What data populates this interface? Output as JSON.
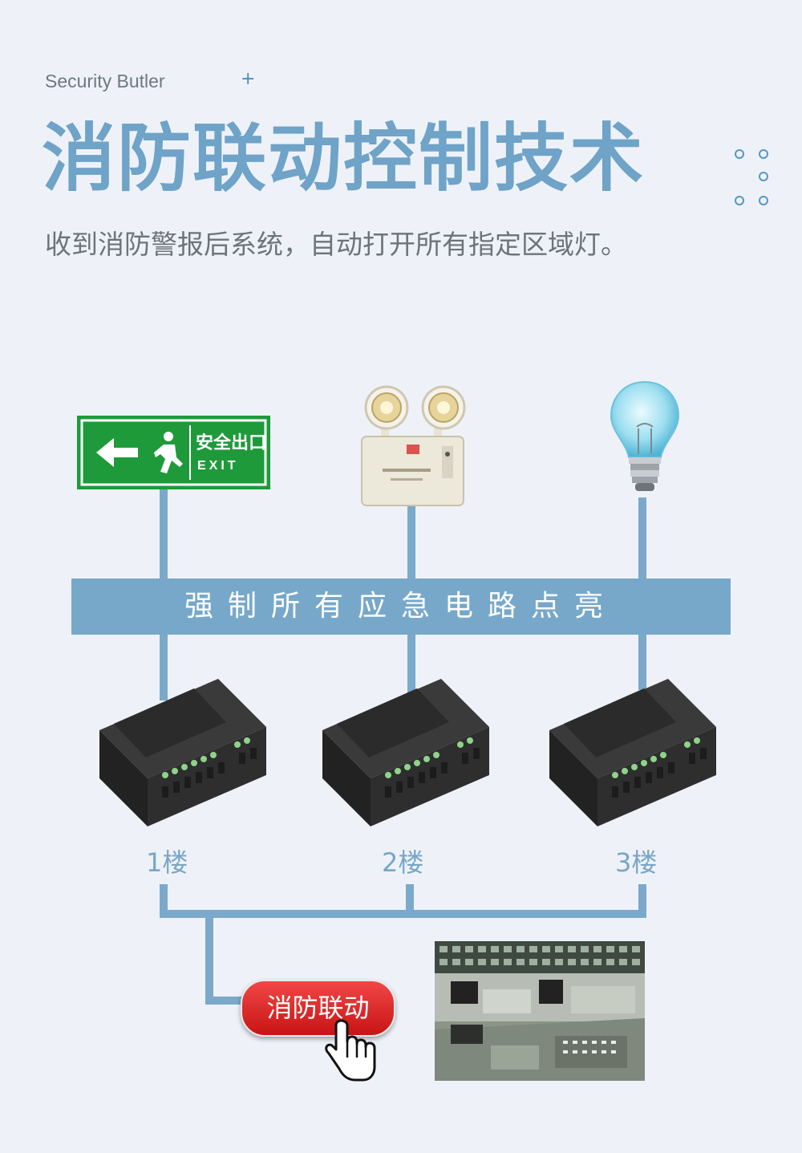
{
  "header": {
    "brand": "Security Butler",
    "plus_glyph": "+",
    "title": "消防联动控制技术",
    "subtitle": "收到消防警报后系统，自动打开所有指定区域灯。"
  },
  "devices": {
    "exit_sign": {
      "cn": "安全出口",
      "en": "EXIT",
      "icon": "exit-sign-icon"
    },
    "emergency_light": {
      "icon": "emergency-light-icon"
    },
    "bulb": {
      "icon": "light-bulb-icon"
    }
  },
  "band": {
    "text": "强制所有应急电路点亮"
  },
  "floors": [
    "1楼",
    "2楼",
    "3楼"
  ],
  "button": {
    "label": "消防联动"
  },
  "colors": {
    "accent": "#6fa3c8",
    "line": "#7aa9cb",
    "band": "#77a8ca",
    "exit_green": "#1f9a3b",
    "button_red": "#e02424",
    "background": "#eef2f8"
  }
}
